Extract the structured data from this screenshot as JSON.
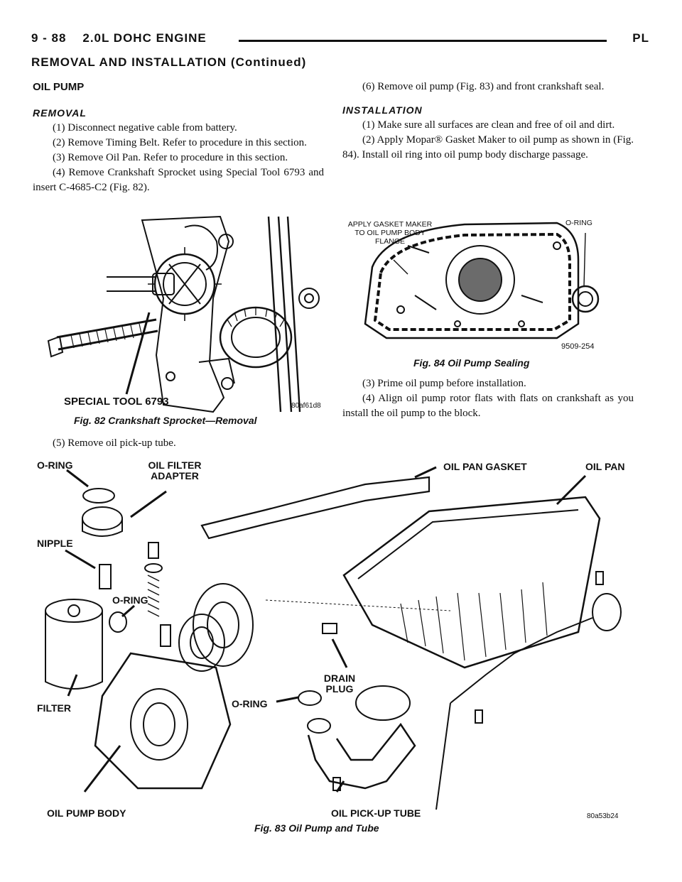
{
  "header": {
    "left": "9 - 88    2.0L DOHC ENGINE",
    "right": "PL"
  },
  "section_title": "REMOVAL AND INSTALLATION (Continued)",
  "oil_pump": {
    "title": "OIL PUMP",
    "removal_heading": "REMOVAL",
    "removal_steps": [
      "(1) Disconnect negative cable from battery.",
      "(2) Remove Timing Belt. Refer to procedure in this section.",
      "(3) Remove Oil Pan. Refer to procedure in this section.",
      "(4) Remove Crankshaft Sprocket using Special Tool 6793 and insert C-4685-C2 (Fig. 82)."
    ],
    "step5": "(5) Remove oil pick-up tube.",
    "step6": "(6) Remove oil pump (Fig. 83) and front crankshaft seal.",
    "installation_heading": "INSTALLATION",
    "install_steps": [
      "(1) Make sure all surfaces are clean and free of oil and dirt.",
      "(2) Apply Mopar® Gasket Maker to oil pump as shown in (Fig. 84). Install oil ring into oil pump body discharge passage.",
      "(3) Prime oil pump before installation.",
      "(4) Align oil pump rotor flats with flats on crankshaft as you install the oil pump to the block."
    ]
  },
  "fig82": {
    "label_tool": "SPECIAL TOOL 6793",
    "code": "80af61d8",
    "caption": "Fig. 82 Crankshaft Sprocket—Removal"
  },
  "fig84": {
    "label_gasket": "APPLY GASKET MAKER TO OIL PUMP BODY FLANGE",
    "label_oring": "O-RING",
    "code": "9509-254",
    "caption": "Fig. 84 Oil Pump Sealing"
  },
  "fig83": {
    "labels": {
      "oring_top": "O-RING",
      "filter_adapter": "OIL FILTER ADAPTER",
      "pan_gasket": "OIL PAN GASKET",
      "oil_pan": "OIL PAN",
      "nipple": "NIPPLE",
      "oring_mid": "O-RING",
      "filter": "FILTER",
      "drain_plug": "DRAIN PLUG",
      "oring_low": "O-RING",
      "pump_body": "OIL PUMP BODY",
      "pickup_tube": "OIL PICK-UP TUBE"
    },
    "code": "80a53b24",
    "caption": "Fig. 83 Oil Pump and Tube"
  },
  "colors": {
    "ink": "#111111",
    "paper": "#ffffff",
    "shade": "#6b6b6b"
  }
}
